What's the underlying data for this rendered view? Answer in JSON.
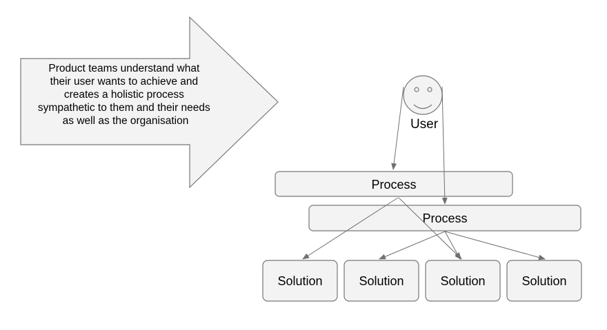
{
  "colors": {
    "shape_fill": "#f3f3f3",
    "shape_stroke": "#777777",
    "connector": "#6f6f6f",
    "text": "#000000"
  },
  "callout": {
    "lines": [
      "Product teams understand what",
      "their user wants to achieve and",
      "creates a holistic process",
      "sympathetic to them and their needs",
      "as well as the organisation"
    ]
  },
  "user": {
    "label": "User",
    "icon": "smiley-face-icon"
  },
  "process_boxes": [
    {
      "label": "Process"
    },
    {
      "label": "Process"
    }
  ],
  "solutions": [
    {
      "label": "Solution"
    },
    {
      "label": "Solution"
    },
    {
      "label": "Solution"
    },
    {
      "label": "Solution"
    }
  ]
}
